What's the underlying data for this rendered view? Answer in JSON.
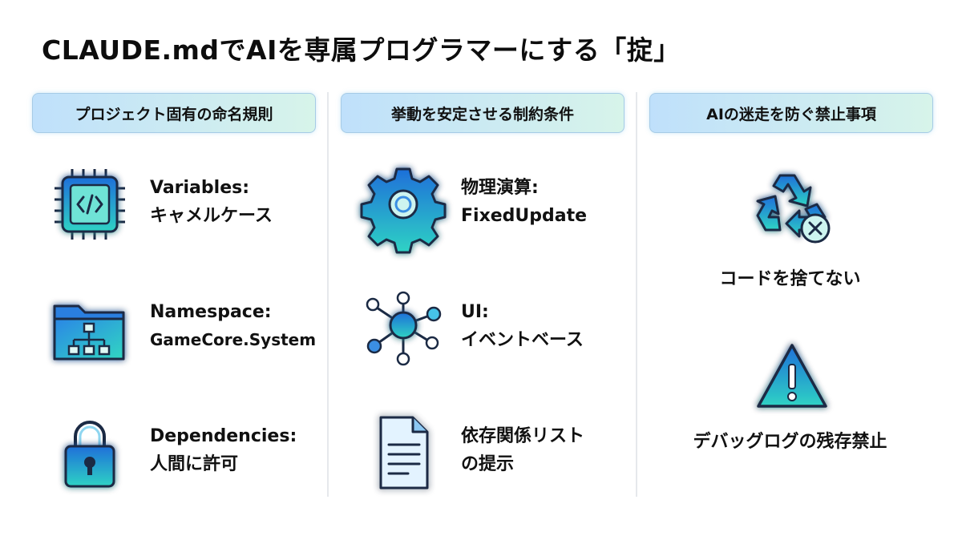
{
  "title": "CLAUDE.mdでAIを専属プログラマーにする「掟」",
  "columns": [
    {
      "header": "プロジェクト固有の命名規則",
      "items": [
        {
          "icon": "chip-code-icon",
          "line1": "Variables:",
          "line2": "キャメルケース"
        },
        {
          "icon": "folder-network-icon",
          "line1": "Namespace:",
          "line2": "GameCore.System"
        },
        {
          "icon": "padlock-icon",
          "line1": "Dependencies:",
          "line2": "人間に許可"
        }
      ]
    },
    {
      "header": "挙動を安定させる制約条件",
      "items": [
        {
          "icon": "gear-icon",
          "line1": "物理演算:",
          "line2": "FixedUpdate"
        },
        {
          "icon": "network-nodes-icon",
          "line1": "UI:",
          "line2": "イベントベース"
        },
        {
          "icon": "document-icon",
          "line1": "依存関係リスト",
          "line2": "の提示"
        }
      ]
    },
    {
      "header": "AIの迷走を防ぐ禁止事項",
      "items": [
        {
          "icon": "recycle-cancel-icon",
          "label": "コードを捨てない"
        },
        {
          "icon": "warning-icon",
          "label": "デバッグログの残存禁止"
        }
      ]
    }
  ],
  "colors": {
    "icon_blue": "#1e6fd9",
    "icon_teal": "#2fd3c4",
    "outline": "#1b2a44",
    "header_bg_start": "#bfe0fb",
    "header_bg_end": "#d7f4ea"
  }
}
